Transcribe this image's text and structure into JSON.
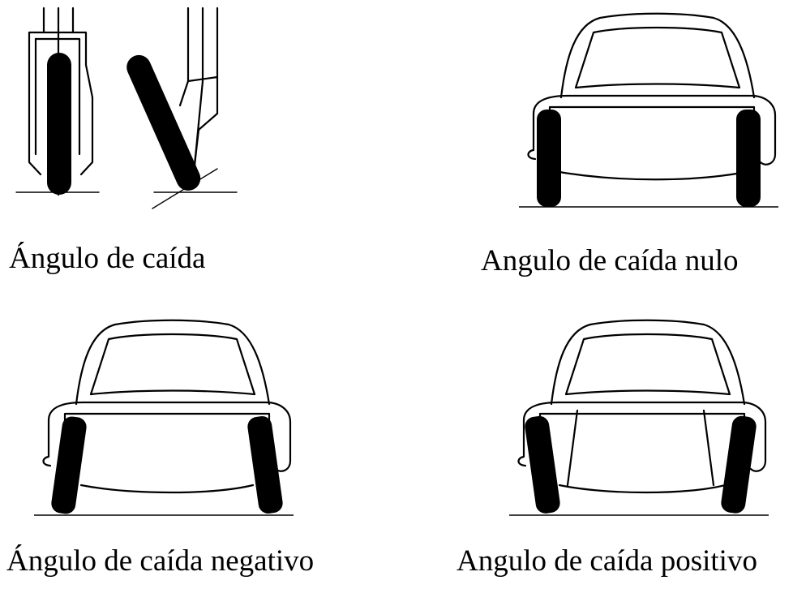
{
  "captions": {
    "camber_angle": "Ángulo de caída",
    "zero_camber": "Angulo de caída nulo",
    "negative_camber": "Ángulo de caída negativo",
    "positive_camber": "Angulo de caída positivo"
  },
  "colors": {
    "ink": "#000000",
    "paper": "#ffffff"
  }
}
